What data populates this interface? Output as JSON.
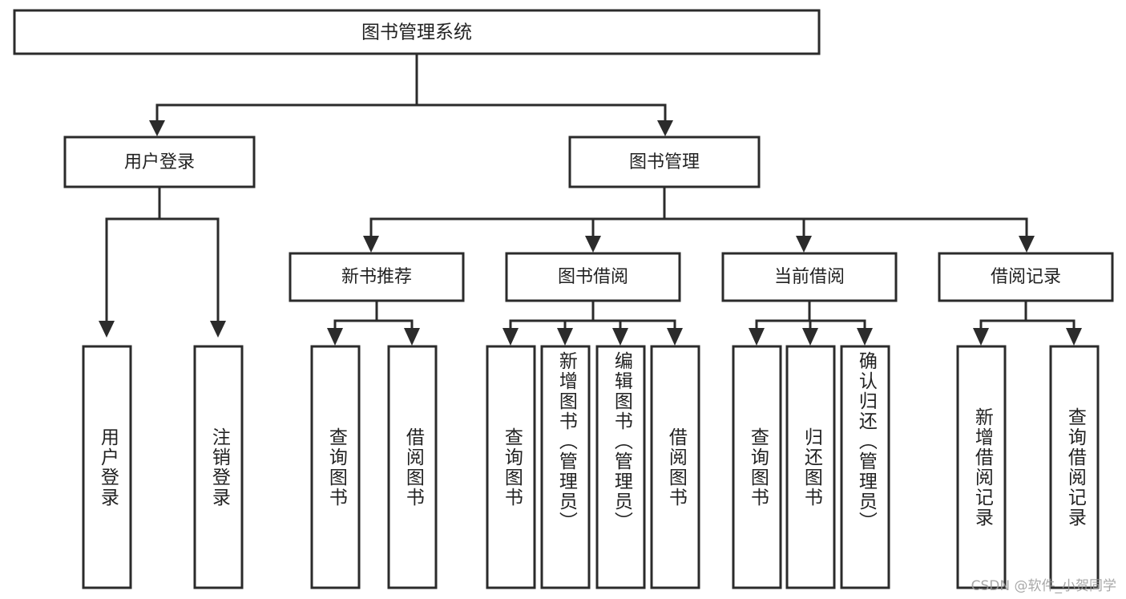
{
  "diagram": {
    "type": "tree-hierarchy-chart",
    "root": {
      "id": "root",
      "label": "图书管理系统"
    },
    "level2": [
      {
        "id": "user-login",
        "label": "用户登录"
      },
      {
        "id": "book-management",
        "label": "图书管理"
      }
    ],
    "level3": [
      {
        "id": "new-book-recommend",
        "label": "新书推荐",
        "parent": "book-management"
      },
      {
        "id": "book-borrow",
        "label": "图书借阅",
        "parent": "book-management"
      },
      {
        "id": "current-borrow",
        "label": "当前借阅",
        "parent": "book-management"
      },
      {
        "id": "borrow-record",
        "label": "借阅记录",
        "parent": "book-management"
      }
    ],
    "leaves": [
      {
        "id": "leaf-user-login",
        "label": "用户登录",
        "parent": "user-login"
      },
      {
        "id": "leaf-logout-login",
        "label": "注销登录",
        "parent": "user-login"
      },
      {
        "id": "leaf-query-book-1",
        "label": "查询图书",
        "parent": "new-book-recommend"
      },
      {
        "id": "leaf-borrow-book-1",
        "label": "借阅图书",
        "parent": "new-book-recommend"
      },
      {
        "id": "leaf-query-book-2",
        "label": "查询图书",
        "parent": "book-borrow"
      },
      {
        "id": "leaf-add-book",
        "label": "新增图书（管理员）",
        "parent": "book-borrow"
      },
      {
        "id": "leaf-edit-book",
        "label": "编辑图书（管理员）",
        "parent": "book-borrow"
      },
      {
        "id": "leaf-borrow-book-2",
        "label": "借阅图书",
        "parent": "book-borrow"
      },
      {
        "id": "leaf-query-book-3",
        "label": "查询图书",
        "parent": "current-borrow"
      },
      {
        "id": "leaf-return-book",
        "label": "归还图书",
        "parent": "current-borrow"
      },
      {
        "id": "leaf-confirm-return",
        "label": "确认归还（管理员）",
        "parent": "current-borrow"
      },
      {
        "id": "leaf-add-borrow-record",
        "label": "新增借阅记录",
        "parent": "borrow-record"
      },
      {
        "id": "leaf-query-borrow-record",
        "label": "查询借阅记录",
        "parent": "borrow-record"
      }
    ]
  },
  "watermark": {
    "text": "CSDN @软件_小贺同学"
  },
  "colors": {
    "stroke": "#2b2b2b",
    "box_fill": "#ffffff",
    "text": "#222222",
    "background": "#ffffff",
    "watermark": "#9a9a9a"
  }
}
